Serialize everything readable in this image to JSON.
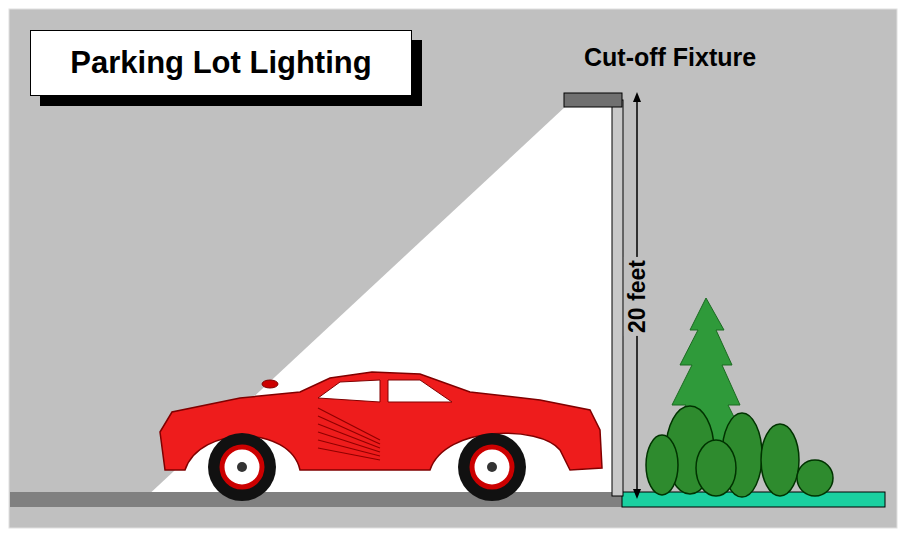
{
  "diagram": {
    "title": "Parking Lot Lighting",
    "labels": [
      "Cut-off Fixture",
      "20 feet"
    ]
  }
}
